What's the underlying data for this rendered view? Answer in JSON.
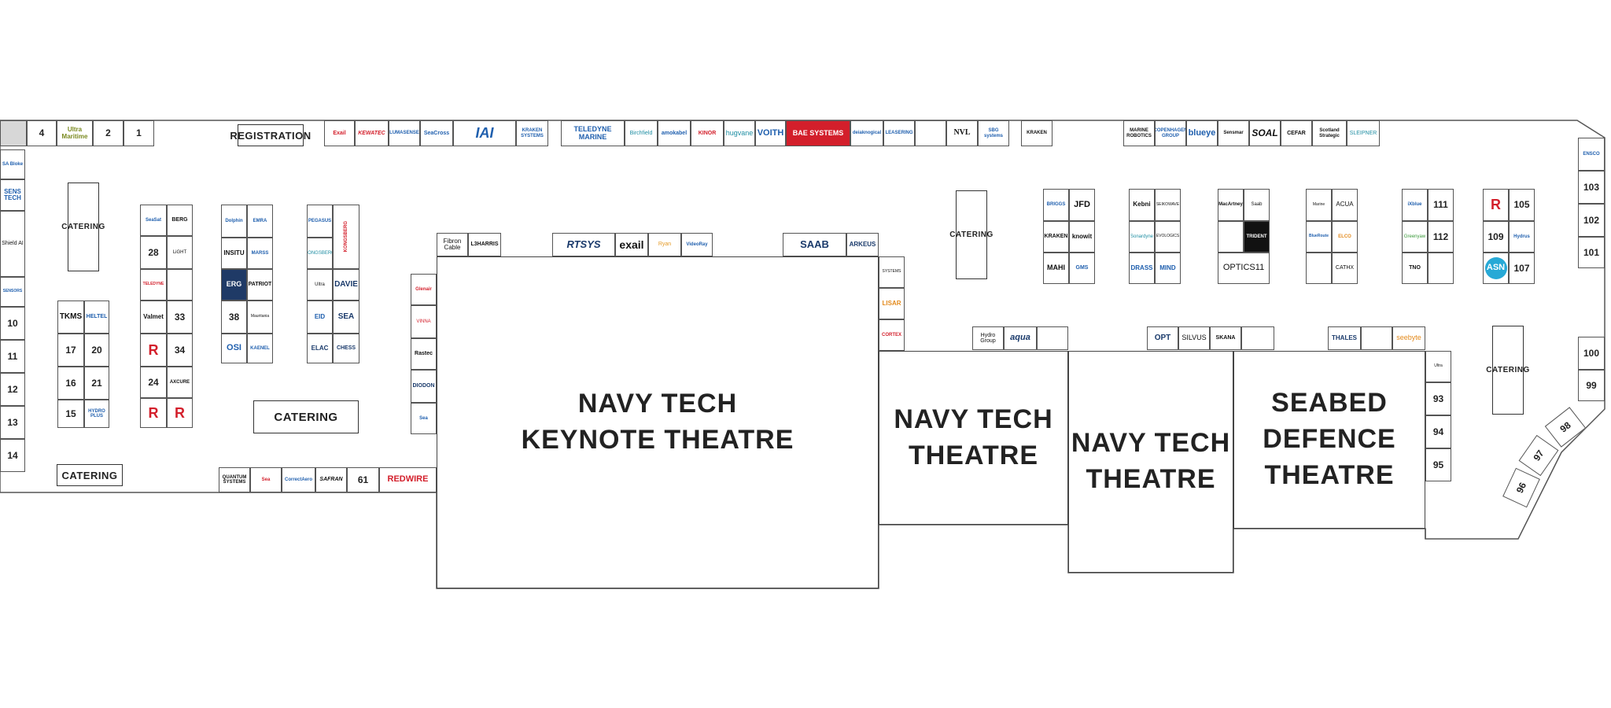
{
  "theatres": {
    "keynote": "NAVY TECH\nKEYNOTE THEATRE",
    "tech1": "NAVY TECH\nTHEATRE",
    "tech2": "NAVY TECH\nTHEATRE",
    "seabed": "SEABED\nDEFENCE\nTHEATRE"
  },
  "labels": {
    "registration": "REGISTRATION",
    "catering": "CATERING"
  },
  "top_row": {
    "n4": "4",
    "n2": "2",
    "n1": "1",
    "logo_a": "Ultra Maritime",
    "sep_a": "Exail",
    "sep_b": "KEWATEC",
    "sep_c": "LUMASENSE",
    "sep_d": "SeaCross",
    "sep_e": "IAI",
    "sep_f": "KRAKEN SYSTEMS",
    "teledyne": "TELEDYNE MARINE",
    "birchfield": "Birchfield",
    "amokabel": "amokabel",
    "kinor": "KINOR",
    "hugvane": "hugvane",
    "voith": "VOITH",
    "bae": "BAE SYSTEMS",
    "geoin": "deiaknogical",
    "leasering": "LEASERING",
    "blank1": "",
    "blank2": "",
    "nvl": "NVL",
    "sbg": "SBG systems",
    "kraken": "KRAKEN",
    "marine_robotics": "MARINE ROBOTICS",
    "copenhagen": "COPENHAGEN GROUP",
    "blueye": "blueye",
    "sensmr": "Sensmar",
    "soal": "SOAL",
    "cefar": "CEFAR",
    "scotland": "Scotland Strategic",
    "sleipner": "SLEIPNER"
  },
  "left_column": {
    "a": "SA Bloke",
    "b": "SENS TECH",
    "c": "Shield AI",
    "d": "SENSORS",
    "n10": "10",
    "n11": "11",
    "n12": "12",
    "n13": "13",
    "n14": "14"
  },
  "block_a": {
    "tkms": "TKMS",
    "heltel": "HELTEL",
    "n17": "17",
    "n20": "20",
    "n16": "16",
    "n21": "21",
    "n15": "15",
    "hydro": "HYDRO PLUS"
  },
  "block_b": {
    "a1": "SeaSat",
    "a2": "BERG",
    "n28": "28",
    "a4": "LiGHT",
    "tele": "TELEDYNE",
    "a6": "",
    "valmet": "Valmet",
    "n33": "33",
    "r1": "R",
    "n34": "34",
    "n24": "24",
    "axcure": "AXCURE",
    "r2": "R",
    "r3": "R"
  },
  "block_c": {
    "c1": "Dolphin",
    "c2": "EMRA",
    "insitu": "INSITU",
    "c4": "MARSS",
    "erg": "ERG",
    "patriot": "PATRIOT",
    "n38": "38",
    "c8": "Mauritania",
    "osi": "OSI",
    "c10": "KAENEL"
  },
  "block_d": {
    "d1": "PEGASUS",
    "d2": "KONGSBERG",
    "d3": "",
    "d4": "KONGSBERG",
    "d5": "Ultra",
    "davie": "DAVIE",
    "eid": "EID",
    "sea": "SEA",
    "elac": "ELAC",
    "chess": "CHESS"
  },
  "bottom_row": {
    "b1": "QUANTUM SYSTEMS",
    "b2": "Sea",
    "b3": "CorrectAero",
    "b4": "SAFRAN",
    "n61": "61",
    "redwire": "REDWIRE"
  },
  "keynote_top": {
    "fibron": "Fibron Cable",
    "leonardo": "L3HARRIS",
    "rtsys": "RTSYS",
    "exail": "exail",
    "ryan": "Ryan",
    "videoray": "VideoRay",
    "saab": "SAAB",
    "arkeus": "ARKEUS"
  },
  "keynote_left_col": {
    "k1": "Glenair",
    "k2": "VINNA",
    "k3": "Rastec",
    "k4": "DIODON",
    "k5": "Sea"
  },
  "keynote_right_col": {
    "k1": "SYSTEMS",
    "k2": "LISAR",
    "k3": "CORTEX"
  },
  "mid_blocks": {
    "e1": "BRIGGS",
    "jfd": "JFD",
    "e3": "KRAKEN",
    "knowit": "knowit",
    "mahi": "MAHI",
    "e6": "GMS",
    "f1": "Kebni",
    "f2": "SEIKOWAVE",
    "f3": "Sonardyne",
    "f4": "EVOLOGICS",
    "drass": "DRASS",
    "f6": "MIND",
    "g1": "MacArtney",
    "g2": "Saab",
    "g3": "",
    "trident": "TRIDENT",
    "optics": "OPTICS11",
    "g6": "",
    "h1": "Marine",
    "acua": "ACUA",
    "h3": "BlueRoute",
    "h4": "ELCO",
    "h5": "",
    "cathx": "CATHX",
    "i1": "iXblue",
    "n111": "111",
    "i3": "Greenyaw",
    "n112": "112",
    "tno": "TNO",
    "i6": "",
    "r": "R",
    "n105": "105",
    "n109": "109",
    "j4": "Hydrus",
    "asn": "ASN",
    "n107": "107"
  },
  "theatre_top": {
    "hydro_group": "Hydro Group",
    "aqua": "aqua",
    "m3": "",
    "opt": "OPT",
    "silvus": "SILVUS",
    "skana": "SKANA",
    "m7": "",
    "thales": "THALES",
    "m9": "",
    "seebyte": "seebyte"
  },
  "right_side": {
    "s1": "Ultra",
    "n93": "93",
    "n94": "94",
    "n95": "95",
    "s5": "ENSCO",
    "n103": "103",
    "n102": "102",
    "n101": "101",
    "n100": "100",
    "n99": "99",
    "n98": "98",
    "n97": "97",
    "n96": "96"
  }
}
